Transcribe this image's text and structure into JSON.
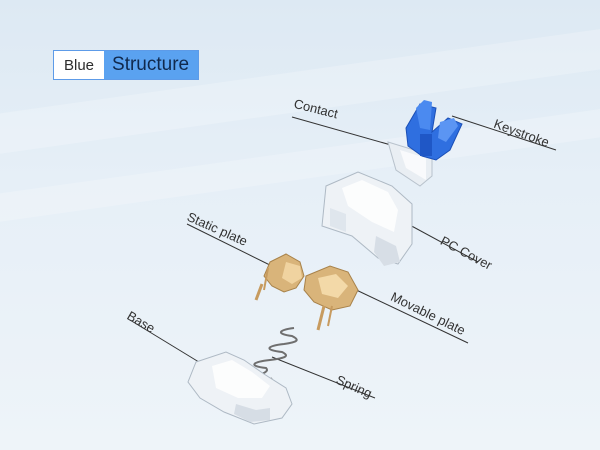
{
  "badge": {
    "left_text": "Blue",
    "right_text": "Structure"
  },
  "labels": {
    "contact": "Contact",
    "keystroke": "Keystroke",
    "pc_cover": "PC Cover",
    "static_plate": "Static plate",
    "movable_plate": "Movable plate",
    "base": "Base",
    "spring": "Spring"
  },
  "colors": {
    "stem_blue": "#2f6fe0",
    "metal_gold": "#d9b47a",
    "clear_plastic": "#eef2f6",
    "badge_accent": "#5aa2f0"
  }
}
